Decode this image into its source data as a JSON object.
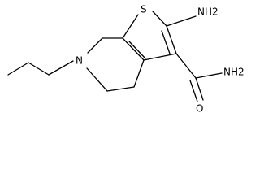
{
  "molecule": {
    "atom_labels": {
      "sulfur": "S",
      "amino_group": "NH2",
      "ring_nitrogen": "N",
      "amide_nitrogen": "NH2",
      "carbonyl_oxygen": "O"
    },
    "colors": {
      "line": "#000000",
      "background": "#ffffff"
    }
  }
}
